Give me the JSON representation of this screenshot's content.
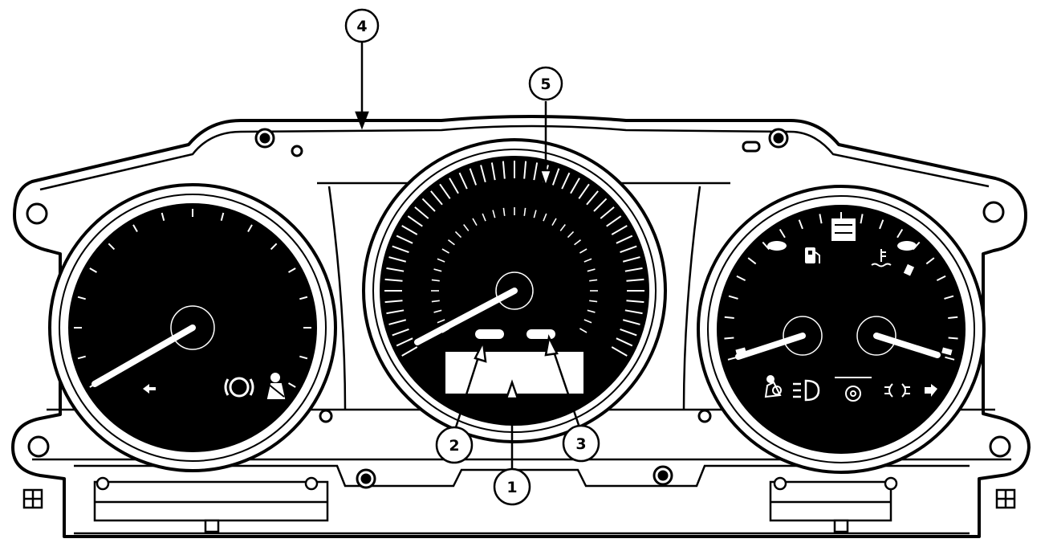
{
  "callouts": [
    {
      "id": "callout-1",
      "label": "1"
    },
    {
      "id": "callout-2",
      "label": "2"
    },
    {
      "id": "callout-3",
      "label": "3"
    },
    {
      "id": "callout-4",
      "label": "4"
    },
    {
      "id": "callout-5",
      "label": "5"
    }
  ],
  "icons": {
    "left_gauge": [
      "left-turn-arrow-icon",
      "brake-warning-icon",
      "seatbelt-warning-icon"
    ],
    "right_gauge": [
      "fuel-pump-icon",
      "coolant-temperature-icon",
      "airbag-warning-icon",
      "headlamp-icon",
      "tire-pressure-icon",
      "fog-lamp-icon",
      "right-turn-arrow-icon"
    ]
  },
  "colors": {
    "ink": "#000000",
    "paper": "#ffffff"
  }
}
